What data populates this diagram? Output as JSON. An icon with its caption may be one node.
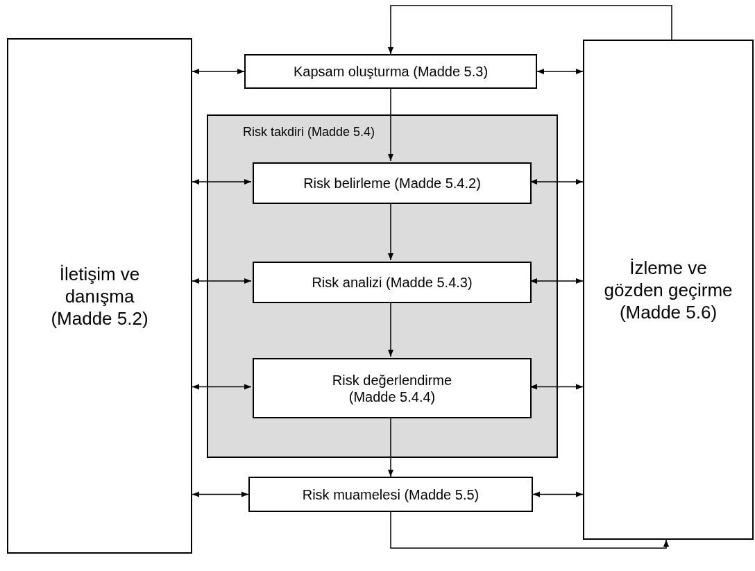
{
  "diagram": {
    "nodes": [
      {
        "text": [
          "İletişim ve danışma (Madde 5.2)"
        ]
      },
      {
        "text": [
          "Kapsam oluşturma (Madde 5.3)"
        ]
      },
      {
        "text": [
          "Risk takdiri (Madde 5.4)"
        ]
      },
      {
        "text": [
          "Risk belirleme (Madde 5.4.2)"
        ],
        "in": 2
      },
      {
        "text": [
          "Risk analizi (Madde 5.4.3)"
        ],
        "in": 2
      },
      {
        "text": [
          "Risk değerlendirme (Madde 5.4.4)"
        ],
        "in": 2
      },
      {
        "text": [
          "Risk muamelesi (Madde 5.5)"
        ]
      },
      {
        "text": [
          "İzleme ve gözden geçirme (Madde 5.6)"
        ]
      }
    ],
    "edges": [
      {
        "from": 1,
        "to": 3,
        "arrow": "to"
      },
      {
        "from": 3,
        "to": 4,
        "arrow": "to"
      },
      {
        "from": 4,
        "to": 5,
        "arrow": "to"
      },
      {
        "from": 5,
        "to": 6,
        "arrow": "to"
      },
      {
        "from": 0,
        "to": 1,
        "arrow": "both"
      },
      {
        "from": 0,
        "to": 3,
        "arrow": "both"
      },
      {
        "from": 0,
        "to": 4,
        "arrow": "both"
      },
      {
        "from": 0,
        "to": 5,
        "arrow": "both"
      },
      {
        "from": 0,
        "to": 6,
        "arrow": "both"
      },
      {
        "from": 1,
        "to": 7,
        "arrow": "both"
      },
      {
        "from": 3,
        "to": 7,
        "arrow": "both"
      },
      {
        "from": 4,
        "to": 7,
        "arrow": "both"
      },
      {
        "from": 5,
        "to": 7,
        "arrow": "both"
      },
      {
        "from": 6,
        "to": 7,
        "arrow": "both"
      },
      {
        "from": 7,
        "to": 1,
        "arrow": "to"
      },
      {
        "from": 6,
        "to": 7,
        "arrow": "to"
      }
    ]
  }
}
